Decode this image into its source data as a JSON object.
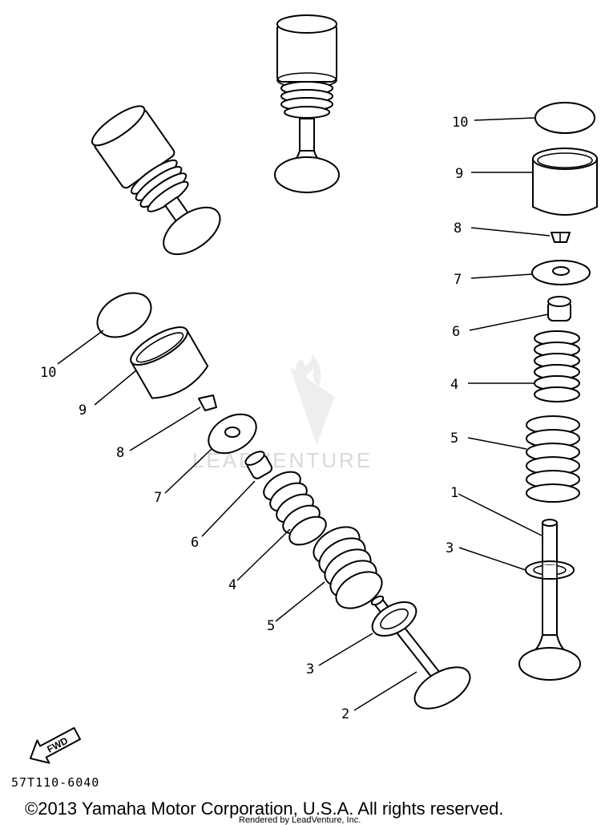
{
  "diagram": {
    "callouts_right": [
      "10",
      "9",
      "8",
      "7",
      "6",
      "4",
      "5",
      "1",
      "3"
    ],
    "callouts_left": [
      "10",
      "9",
      "8",
      "7",
      "6",
      "4",
      "5",
      "3",
      "2"
    ],
    "fwd_label": "FWD",
    "drawing_code": "57T110-6040",
    "copyright": "©2013 Yamaha Motor Corporation, U.S.A. All rights reserved.",
    "rendered_by": "Rendered by LeadVenture, Inc.",
    "watermark_text": "LEADVENTURE"
  },
  "colors": {
    "line": "#000000",
    "watermark": "#d9d9d9"
  }
}
